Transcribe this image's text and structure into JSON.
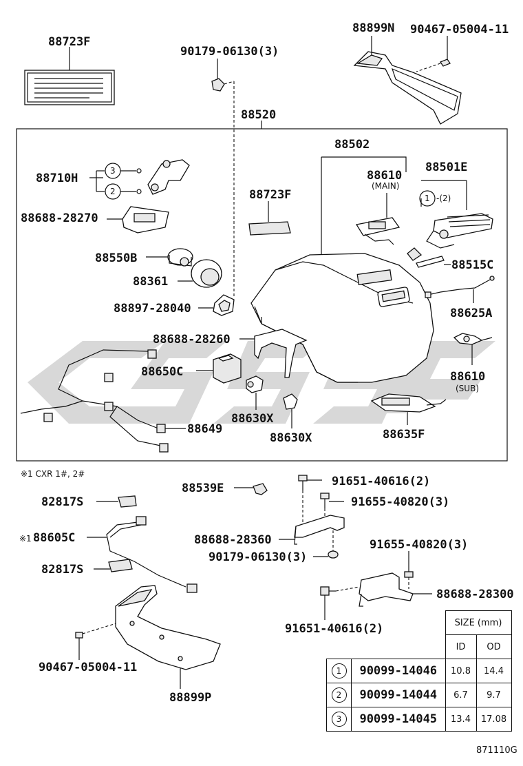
{
  "watermark": {
    "color": "#d4d4d4"
  },
  "labels": {
    "p88723F_top": "88723F",
    "p90179_top": "90179-06130(3)",
    "p88899N": "88899N",
    "p90467_top": "90467-05004-11",
    "p88520": "88520",
    "p88502": "88502",
    "p88710H": "88710H",
    "p88688_28270": "88688-28270",
    "p88723F_mid": "88723F",
    "p88610_main": "88610",
    "main_note": "(MAIN)",
    "p88501E": "88501E",
    "note_1_2": "-(2)",
    "p88550B": "88550B",
    "p88515C": "88515C",
    "p88361": "88361",
    "p88897": "88897-28040",
    "p88625A": "88625A",
    "p88688_28260": "88688-28260",
    "p88610_sub": "88610",
    "sub_note": "(SUB)",
    "p88650C": "88650C",
    "p88630X_a": "88630X",
    "p88630X_b": "88630X",
    "p88635F": "88635F",
    "p88649": "88649",
    "footnote": "※1 CXR 1#, 2#",
    "p88539E": "88539E",
    "p91651_a": "91651-40616(2)",
    "p82817S_a": "82817S",
    "p91655_a": "91655-40820(3)",
    "p88605C": "88605C",
    "p88605C_mark": "※1",
    "p88688_28360": "88688-28360",
    "p91655_b": "91655-40820(3)",
    "p82817S_b": "82817S",
    "p90179_low": "90179-06130(3)",
    "p88688_28300": "88688-28300",
    "p91651_b": "91651-40616(2)",
    "p90467_low": "90467-05004-11",
    "p88899P": "88899P",
    "circle_1": "1",
    "circle_2": "2",
    "circle_3": "3",
    "circle_1_note": "1",
    "circle_2_b": "2",
    "circle_3_b": "3"
  },
  "size_table": {
    "header": "SIZE (mm)",
    "col_id": "ID",
    "col_od": "OD",
    "rows": [
      {
        "mark": "1",
        "part": "90099-14046",
        "id": "10.8",
        "od": "14.4"
      },
      {
        "mark": "2",
        "part": "90099-14044",
        "id": "6.7",
        "od": "9.7"
      },
      {
        "mark": "3",
        "part": "90099-14045",
        "id": "13.4",
        "od": "17.08"
      }
    ]
  },
  "footer_code": "871110G"
}
